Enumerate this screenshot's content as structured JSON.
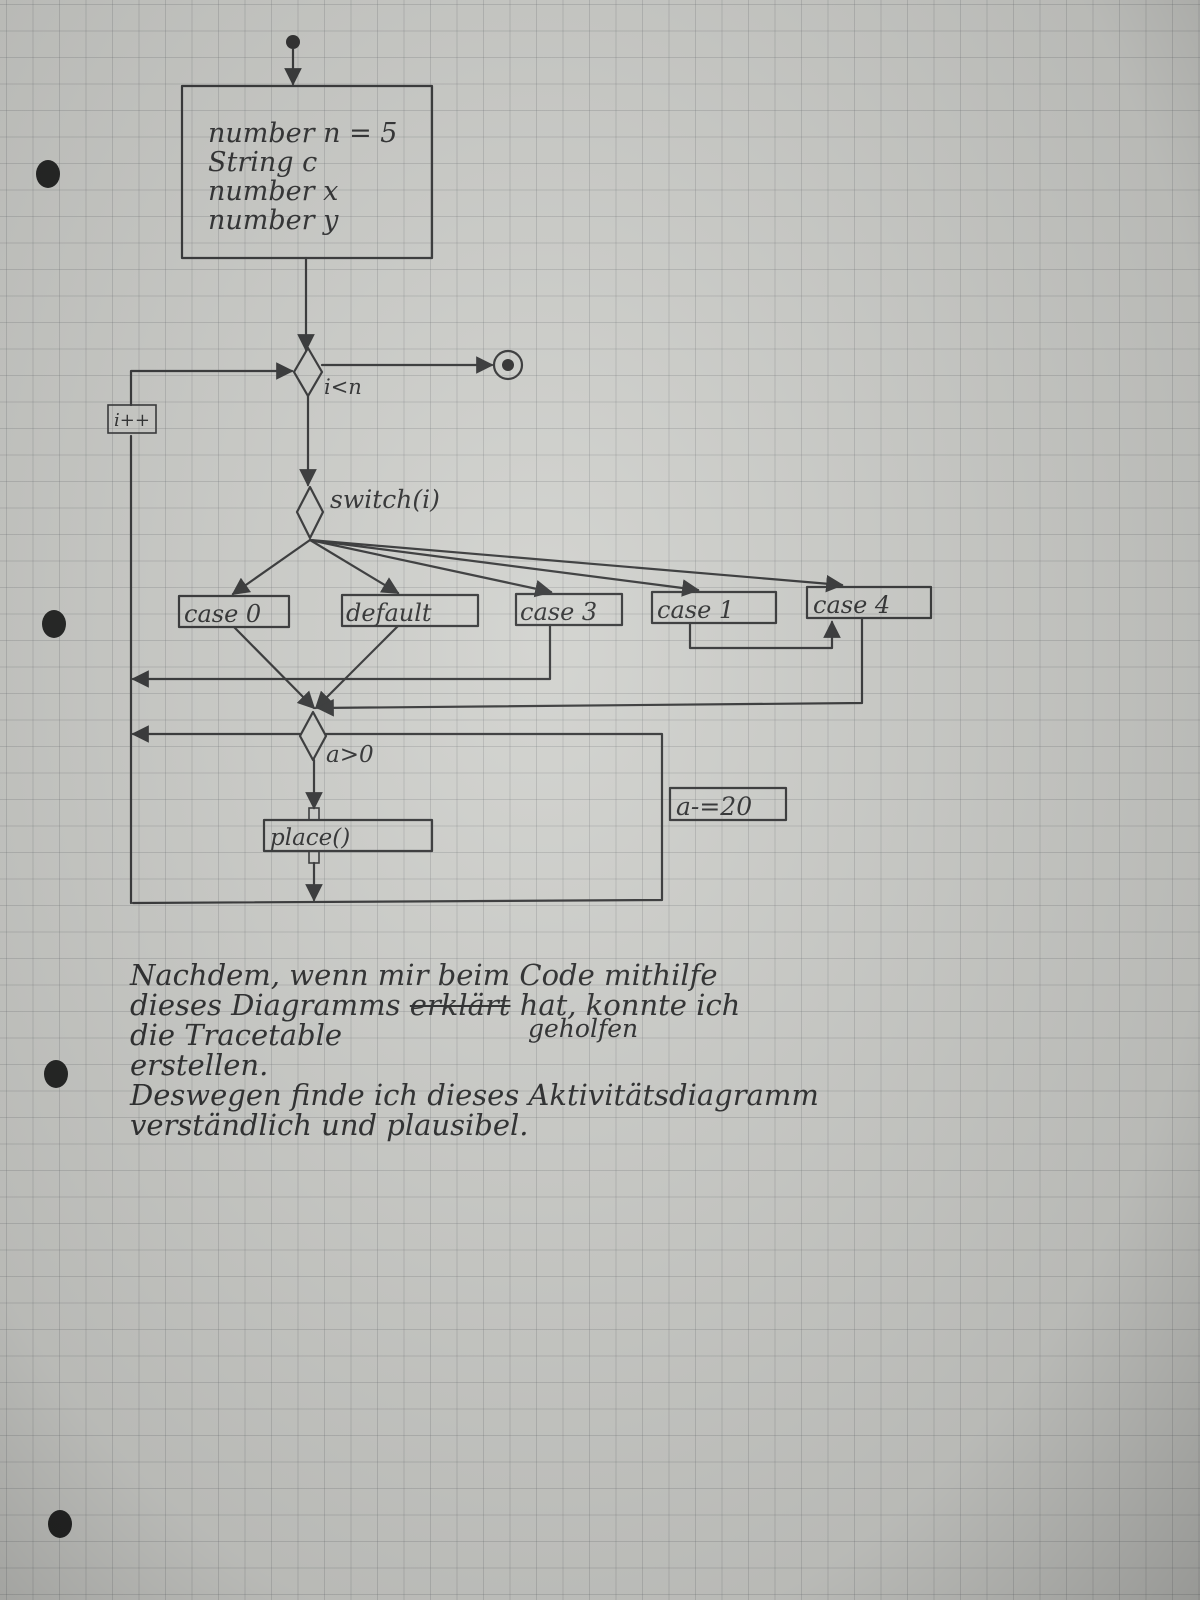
{
  "variables": {
    "n_decl": "number n = 5",
    "c_decl": "String c",
    "x_decl": "number x",
    "y_decl": "number y"
  },
  "loop": {
    "condition": "i<n",
    "increment": "i++"
  },
  "switch": {
    "label": "switch(i)"
  },
  "cases": [
    "case 0",
    "default",
    "case 3",
    "case 1",
    "case 4"
  ],
  "inner_loop": {
    "condition": "a>0",
    "action": "place()",
    "update": "a-=20"
  },
  "note": {
    "line1": "Nachdem, wenn mir beim Code mithilfe",
    "line2_a": "dieses Diagramms",
    "line2_struck": "erklärt",
    "line2_b": "hat, konnte ich",
    "line3_a": "die Tracetable",
    "line3_b": "geholfen",
    "line4": "erstellen.",
    "line5": "Deswegen finde ich dieses Aktivitätsdiagramm",
    "line6": "verständlich und plausibel."
  }
}
